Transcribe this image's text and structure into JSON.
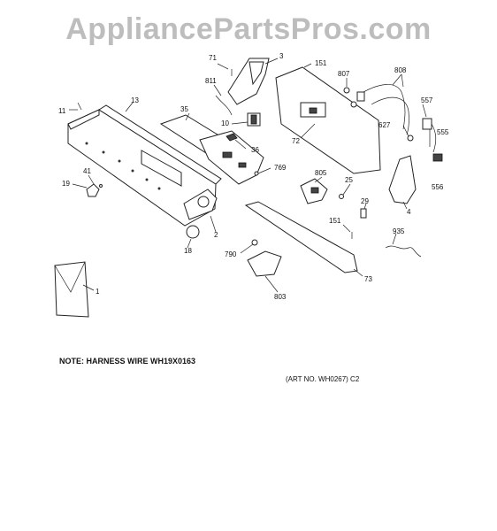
{
  "watermark": "AppliancePartsPros.com",
  "note": "NOTE: HARNESS WIRE WH19X0163",
  "art_number": "(ART NO. WH0267) C2",
  "callouts": [
    "71",
    "3",
    "151",
    "807",
    "808",
    "811",
    "13",
    "35",
    "10",
    "72",
    "557",
    "627",
    "11",
    "555",
    "36",
    "769",
    "41",
    "805",
    "556",
    "19",
    "25",
    "29",
    "2",
    "151",
    "4",
    "935",
    "18",
    "790",
    "73",
    "1",
    "803"
  ]
}
